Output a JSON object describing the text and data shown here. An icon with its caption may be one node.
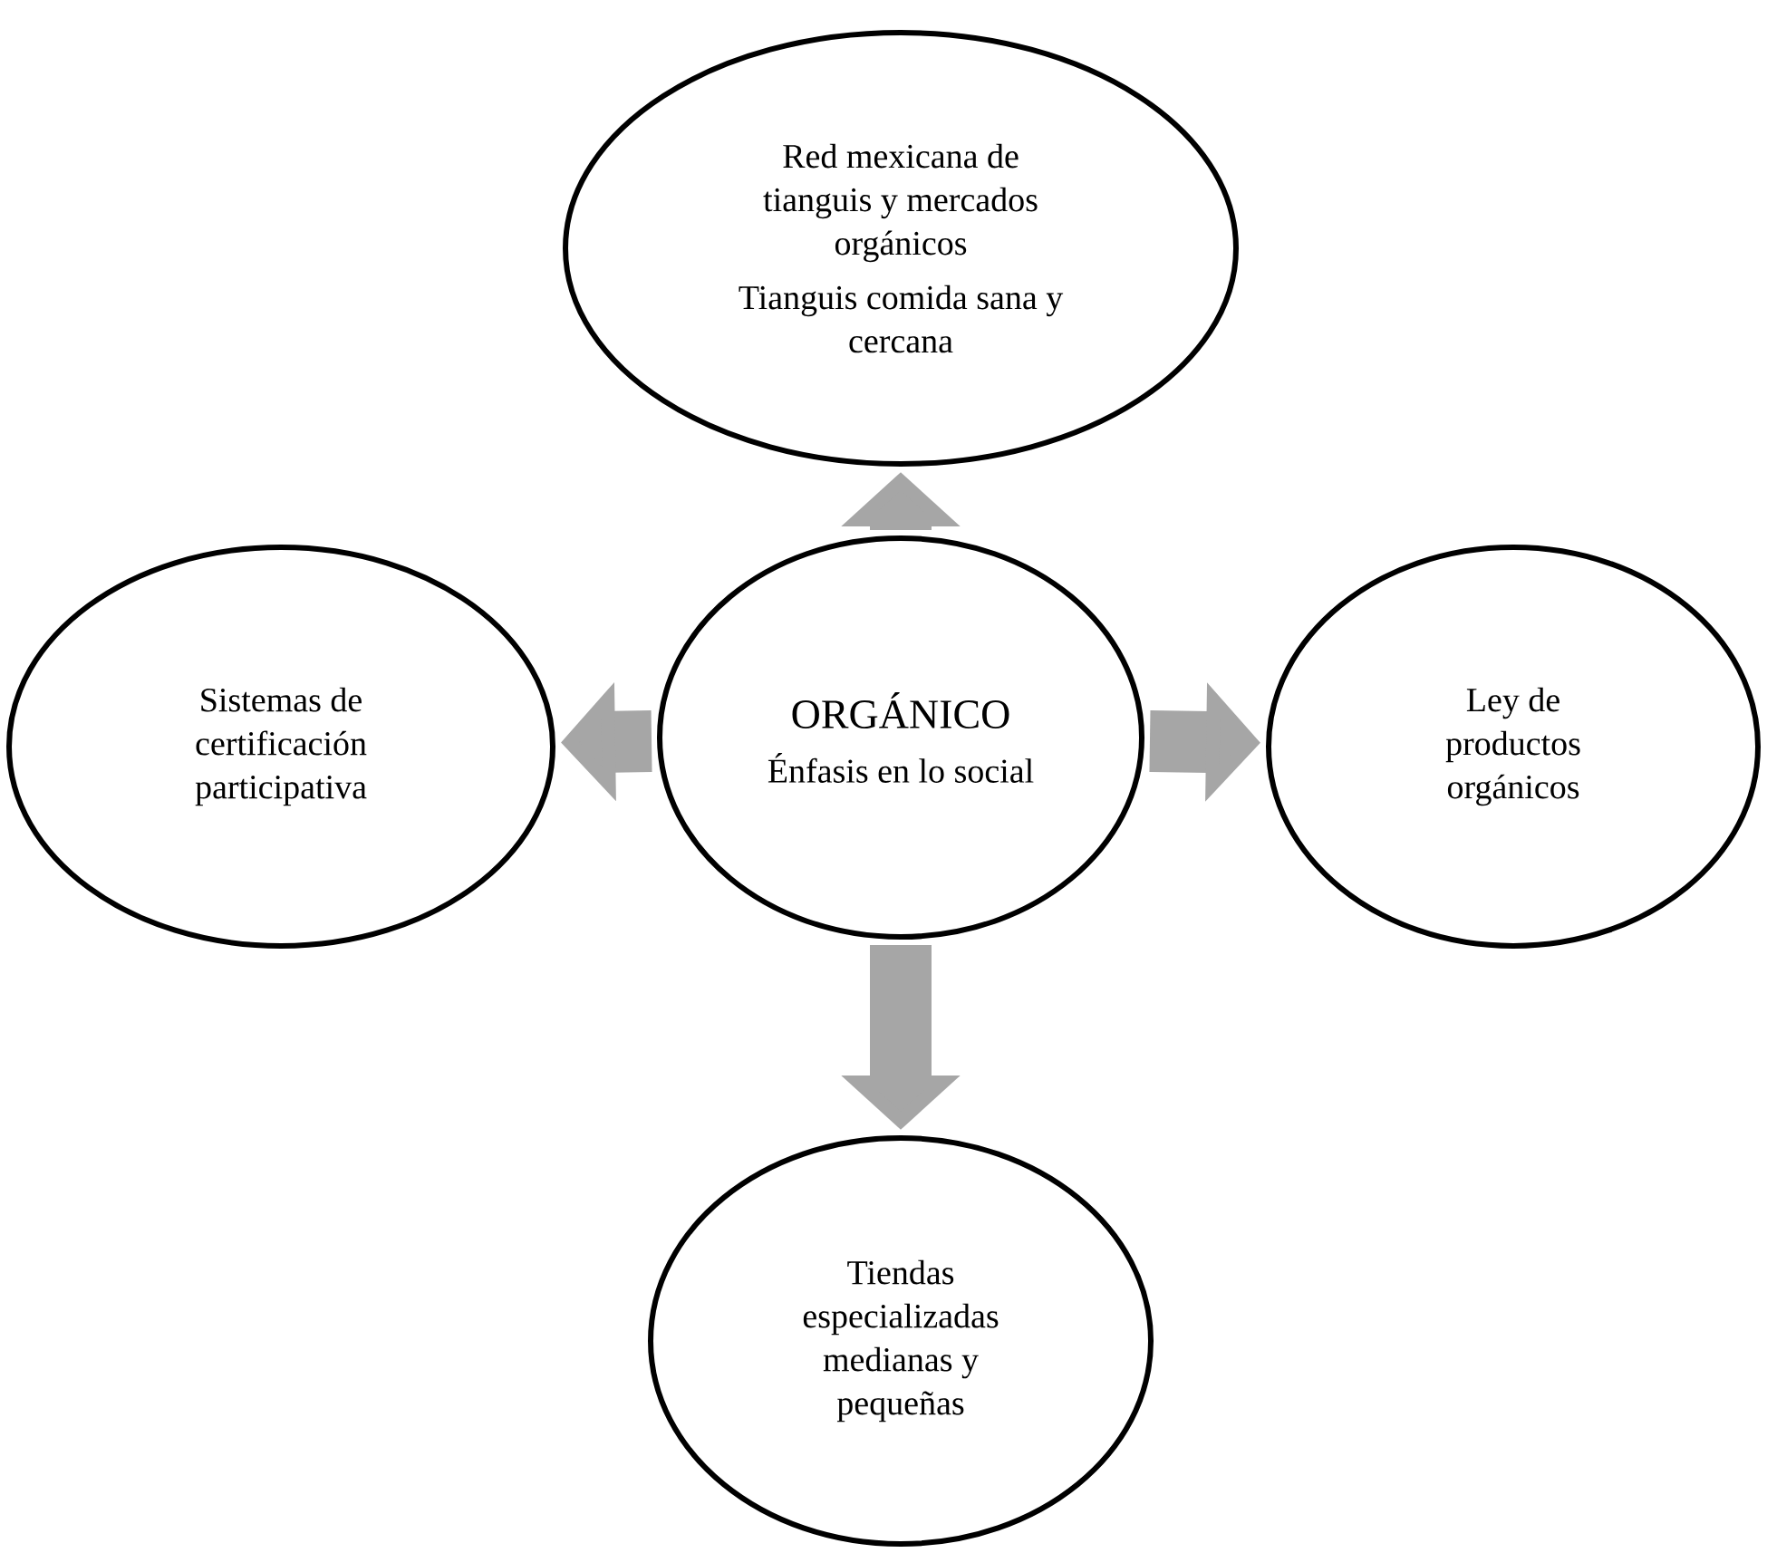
{
  "diagram": {
    "nodes": [
      {
        "text": [
          "Red mexicana de tianguis y mercados orgánicos",
          "Tianguis comida sana y cercana"
        ]
      },
      {
        "text": [
          "Sistemas de certificación participativa"
        ]
      },
      {
        "text": [
          "ORGÁNICO",
          "Énfasis en lo social"
        ]
      },
      {
        "text": [
          "Ley de productos orgánicos"
        ]
      },
      {
        "text": [
          "Tiendas especializadas medianas y pequeñas"
        ]
      }
    ],
    "edges": [
      {
        "from": 2,
        "to": 0,
        "arrow": "to"
      },
      {
        "from": 2,
        "to": 1,
        "arrow": "to"
      },
      {
        "from": 2,
        "to": 3,
        "arrow": "to"
      },
      {
        "from": 2,
        "to": 4,
        "arrow": "to"
      }
    ]
  }
}
